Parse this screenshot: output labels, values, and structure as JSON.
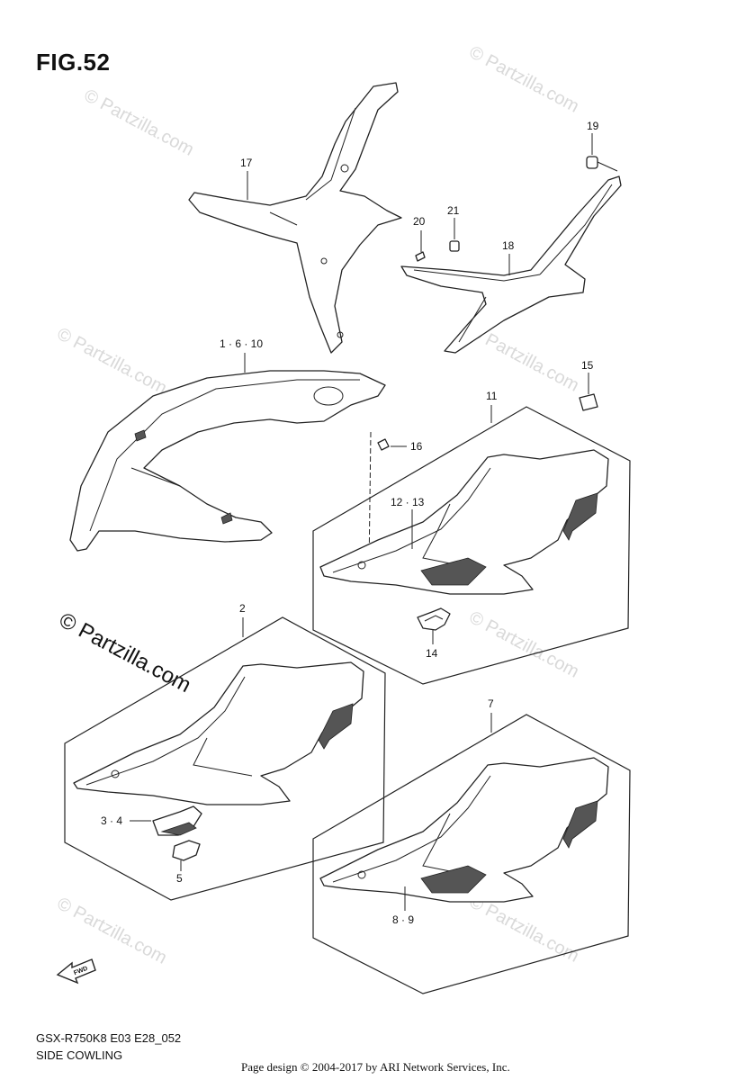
{
  "figure": {
    "title": "FIG.52",
    "model_code": "GSX-R750K8 E03 E28_052",
    "section_name": "SIDE COWLING",
    "credit": "Page design © 2004-2017 by ARI Network Services, Inc.",
    "fwd_label": "FWD"
  },
  "watermark": {
    "text": "© Partzilla.com",
    "color": "#d9d9d9"
  },
  "callouts": {
    "c17": "17",
    "c19": "19",
    "c20": "20",
    "c21": "21",
    "c18": "18",
    "c1610": "1 · 6 · 10",
    "c15": "15",
    "c11": "11",
    "c16": "16",
    "c1213": "12 · 13",
    "c14": "14",
    "c2": "2",
    "c34": "3 · 4",
    "c5": "5",
    "c7": "7",
    "c89": "8 · 9"
  }
}
